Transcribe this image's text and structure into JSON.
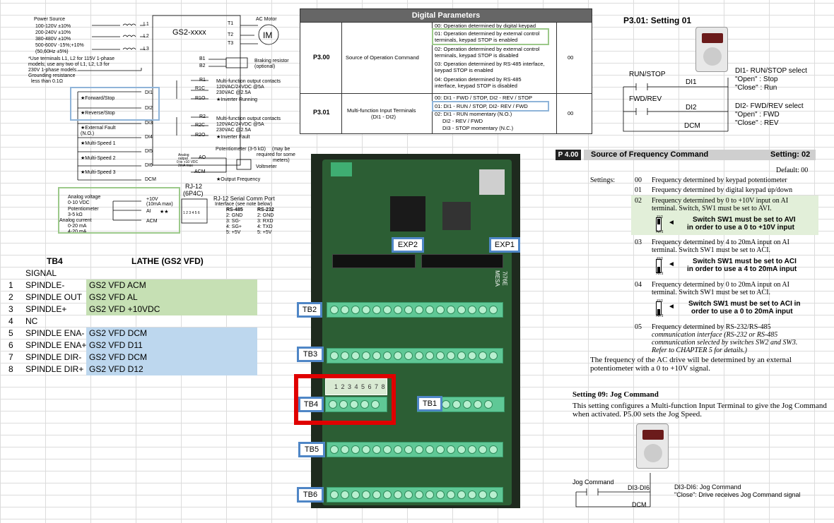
{
  "wiring": {
    "power_source": "Power Source",
    "ps_lines": [
      "100-120V ±10%",
      "200-240V ±10%",
      "380-480V ±10%",
      "500-600V -15%;+10%",
      "(50,60Hz ±5%)",
      "*Use terminals L1, L2 for 115V 1-phase",
      "models; use any two of L1, L2, L3 for",
      "230V 1-phase models."
    ],
    "grounding": [
      "Grounding resistance",
      "less than 0.1Ω"
    ],
    "model": "GS2-xxxx",
    "ac_motor": "AC Motor",
    "im": "IM",
    "l_terms": [
      "L1",
      "L2",
      "L3"
    ],
    "t_terms": [
      "T1",
      "T2",
      "T3"
    ],
    "b_terms": [
      "B1",
      "B2"
    ],
    "braking": [
      "Braking resistor",
      "(optional)"
    ],
    "di_terms": [
      "DI1",
      "DI2",
      "DI3",
      "DI4",
      "DI5",
      "DI6",
      "DCM"
    ],
    "di_labels": [
      "★Forward/Stop",
      "★Reverse/Stop",
      "★External Fault",
      "(N.O.)",
      "★Multi-Speed 1",
      "★Multi-Speed 2",
      "★Multi-Speed 3"
    ],
    "relay1": [
      "R1",
      "R1C",
      "R1O"
    ],
    "relay1_text": [
      "Multi-function output contacts",
      "120VAC/24VDC @5A",
      "230VAC @2.5A",
      "★Inverter Running"
    ],
    "relay2": [
      "R2",
      "R2C",
      "R2O"
    ],
    "relay2_text": [
      "Multi-function output contacts",
      "120VAC/24VDC @5A",
      "230VAC @2.5A",
      "★Inverter Fault"
    ],
    "pot": [
      "Potentiometer (3-5 kΩ)",
      "(may be",
      "required for some",
      "meters)"
    ],
    "analog_out": [
      "Analog",
      "output",
      "0 to +10 VDC",
      "2mA max"
    ],
    "ao": "AO",
    "acm": "ACM",
    "voltmeter": "Voltmeter",
    "output_freq": "★Output Frequency",
    "analog_in": [
      "Analog voltage",
      "0-10 VDC",
      "Potentiometer",
      "3-5 kΩ",
      "Analog current",
      "0-20 mA",
      "4-20 mA"
    ],
    "ai_terms": [
      "+10V",
      "(10mA max)",
      "AI",
      "★★",
      "ACM"
    ],
    "rj12": [
      "RJ-12",
      "(6P4C)"
    ],
    "rj12_serial": [
      "RJ-12 Serial Comm Port",
      "Interface (see note below)"
    ],
    "rs485": [
      "RS-485",
      "2: GND",
      "3: SG-",
      "4: SG+",
      "5: +5V"
    ],
    "rs232": [
      "RS-232",
      "2: GND",
      "3: RXD",
      "4: TXD",
      "5: +5V"
    ],
    "pins": "1 2 3 4 5 6"
  },
  "tb4_table": {
    "header": [
      "TB4",
      "LATHE (GS2 VFD)"
    ],
    "rows": [
      {
        "num": "",
        "signal": "SIGNAL",
        "vfd": "",
        "color": ""
      },
      {
        "num": "1",
        "signal": "SPINDLE-",
        "vfd": "GS2 VFD ACM",
        "color": "green"
      },
      {
        "num": "2",
        "signal": "SPINDLE OUT",
        "vfd": "GS2 VFD AL",
        "color": "green"
      },
      {
        "num": "3",
        "signal": "SPINDLE+",
        "vfd": "GS2 VFD +10VDC",
        "color": "green"
      },
      {
        "num": "4",
        "signal": "NC",
        "vfd": "",
        "color": ""
      },
      {
        "num": "5",
        "signal": "SPINDLE ENA-",
        "vfd": "GS2 VFD DCM",
        "color": "blue"
      },
      {
        "num": "6",
        "signal": "SPINDLE ENA+",
        "vfd": "GS2 VFD D11",
        "color": "blue"
      },
      {
        "num": "7",
        "signal": "SPINDLE DIR-",
        "vfd": "GS2 VFD DCM",
        "color": "blue"
      },
      {
        "num": "8",
        "signal": "SPINDLE DIR+",
        "vfd": "GS2 VFD D12",
        "color": "blue"
      }
    ]
  },
  "digital_params": {
    "title": "Digital Parameters",
    "p300": {
      "code": "P3.00",
      "name": "Source of Operation Command",
      "default": "00",
      "opts": [
        "00: Operation determined by digital keypad",
        "01: Operation determined by external control",
        "terminals, keypad STOP is enabled",
        "02: Operation determined by external control",
        "terminals, keypad STOP is disabled",
        "03: Operation determined by RS-485 interface,",
        "keypad STOP is enabled",
        "04: Operation determined by RS-485",
        "interface, keypad STOP is disabled"
      ]
    },
    "p301": {
      "code": "P3.01",
      "name": "Multi-function Input Terminals",
      "name2": "(DI1 - DI2)",
      "default": "00",
      "opts": [
        "00: DI1 - FWD / STOP, DI2 - REV / STOP",
        "01: DI1 - RUN / STOP, DI2- REV / FWD",
        "02: DI1 - RUN momentary (N.O.)",
        "DI2 - REV / FWD",
        "DI3 - STOP momentary (N.C.)"
      ]
    }
  },
  "p301_setting": {
    "title": "P3.01:  Setting 01",
    "runstop": "RUN/STOP",
    "fwdrev": "FWD/REV",
    "di1": "DI1",
    "di2": "DI2",
    "dcm": "DCM",
    "desc1": [
      "DI1- RUN/STOP select",
      "\"Open\" : Stop",
      "\"Close\" : Run"
    ],
    "desc2": [
      "DI2- FWD/REV select",
      "\"Open\" : FWD",
      "\"Close\" : REV"
    ]
  },
  "p400": {
    "code": "P 4.00",
    "title": "Source of Frequency Command",
    "setting": "Setting: 02",
    "default": "Default: 00",
    "settings_label": "Settings:",
    "items": [
      {
        "code": "00",
        "text": [
          "Frequency determined by keypad potentiometer"
        ]
      },
      {
        "code": "01",
        "text": [
          "Frequency determined by digital keypad up/down"
        ]
      },
      {
        "code": "02",
        "text": [
          "Frequency determined by 0 to +10V input on AI",
          "terminal.  Switch, SW1 must be set to AVI."
        ],
        "sw": [
          "Switch SW1 must be set to AVI",
          "in order to use a 0 to +10V input"
        ]
      },
      {
        "code": "03",
        "text": [
          "Frequency determined by 4 to 20mA input on AI",
          "terminal.  Switch SW1 must be set to ACI."
        ],
        "sw": [
          "Switch SW1 must be set to ACI",
          "in order to use a 4 to 20mA input"
        ]
      },
      {
        "code": "04",
        "text": [
          "Frequency determined by 0 to 20mA input on AI",
          "terminal.  Switch SW1 must be set to ACI."
        ],
        "sw": [
          "Switch SW1 must be set to ACI in",
          "order to use a 0 to 20mA input"
        ]
      },
      {
        "code": "05",
        "text": [
          "Frequency determined by RS-232/RS-485",
          "communication interface (RS-232 or RS-485",
          "communication selected by switches SW2 and SW3.",
          "Refer to CHAPTER 5 for details.)"
        ]
      }
    ],
    "avi": "AVI",
    "aci": "ACI",
    "footer": [
      "The frequency of the AC drive will be determined by an external",
      "potentiometer with a 0 to +10V signal."
    ]
  },
  "jog": {
    "title": "Setting 09: Jog Command",
    "text": [
      "This setting configures a Multi-function Input Terminal to give the Jog Command",
      "when activated.  P5.00 sets the Jog Speed."
    ],
    "jog_cmd": "Jog Command",
    "di3": "DI3-DI6",
    "dcm": "DCM",
    "desc": [
      "DI3-DI6: Jog Command",
      "\"Close\": Drive receives Jog Command signal"
    ]
  },
  "board": {
    "labels": {
      "exp2": "EXP2",
      "exp1": "EXP1",
      "tb2": "TB2",
      "tb3": "TB3",
      "tb4": "TB4",
      "tb1": "TB1",
      "tb5": "TB5",
      "tb6": "TB6"
    },
    "tb4_pins": "1 2 3 4 5 6 7 8",
    "silk": "7i76E",
    "silk2": "MESA"
  },
  "colors": {
    "blue_hl": "#bdd7ee",
    "green_hl": "#c6e0b4",
    "label_border": "#4f86c6",
    "red_box": "#e00000"
  }
}
